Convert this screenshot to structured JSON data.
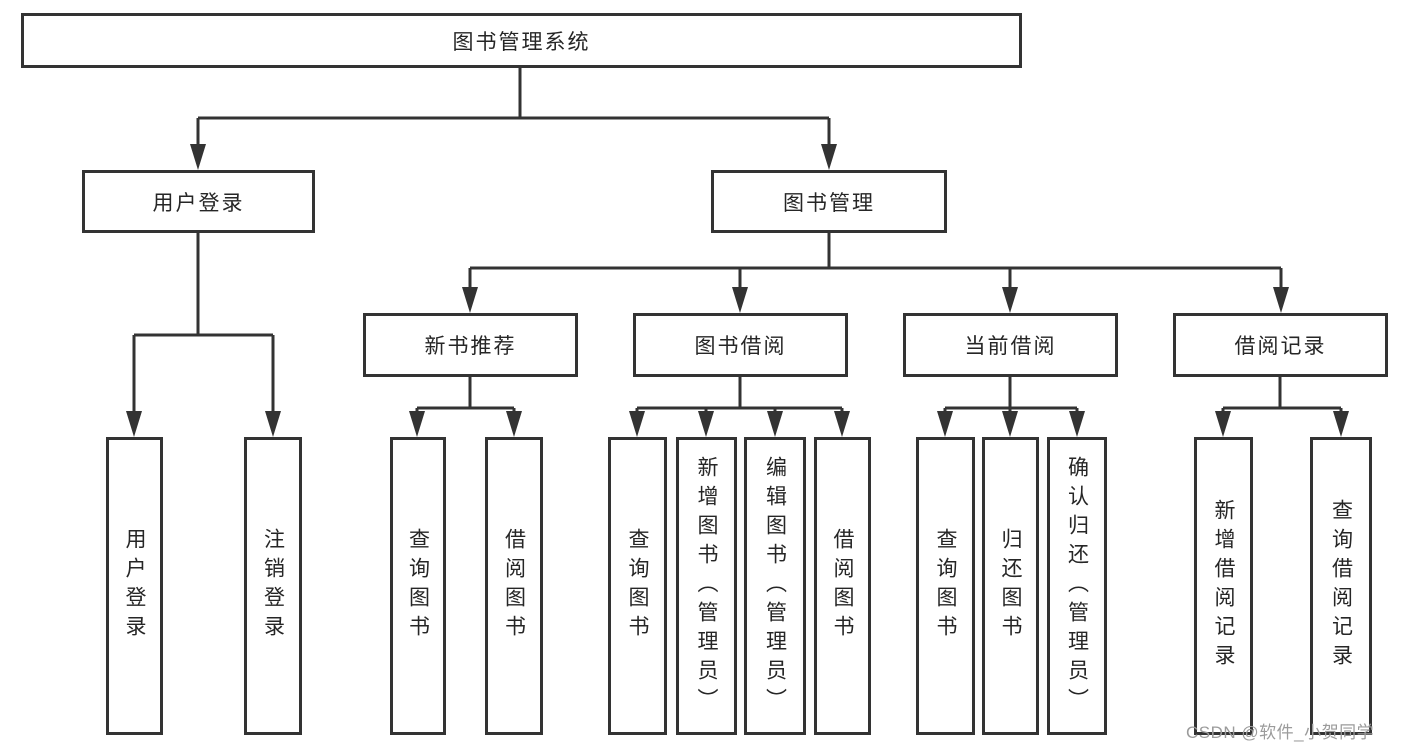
{
  "diagram": {
    "tree": {
      "root": {
        "label": "图书管理系统",
        "children": [
          {
            "label": "用户登录",
            "children": [
              {
                "label": "用户登录"
              },
              {
                "label": "注销登录"
              }
            ]
          },
          {
            "label": "图书管理",
            "children": [
              {
                "label": "新书推荐",
                "children": [
                  {
                    "label": "查询图书"
                  },
                  {
                    "label": "借阅图书"
                  }
                ]
              },
              {
                "label": "图书借阅",
                "children": [
                  {
                    "label": "查询图书"
                  },
                  {
                    "label": "新增图书（管理员）"
                  },
                  {
                    "label": "编辑图书（管理员）"
                  },
                  {
                    "label": "借阅图书"
                  }
                ]
              },
              {
                "label": "当前借阅",
                "children": [
                  {
                    "label": "查询图书"
                  },
                  {
                    "label": "归还图书"
                  },
                  {
                    "label": "确认归还（管理员）"
                  }
                ]
              },
              {
                "label": "借阅记录",
                "children": [
                  {
                    "label": "新增借阅记录"
                  },
                  {
                    "label": "查询借阅记录"
                  }
                ]
              }
            ]
          }
        ]
      }
    },
    "watermark": "CSDN @软件_小贺同学",
    "colors": {
      "line": "#333333",
      "text": "#262626",
      "watermark": "#9b9b9b",
      "background": "#ffffff"
    }
  }
}
